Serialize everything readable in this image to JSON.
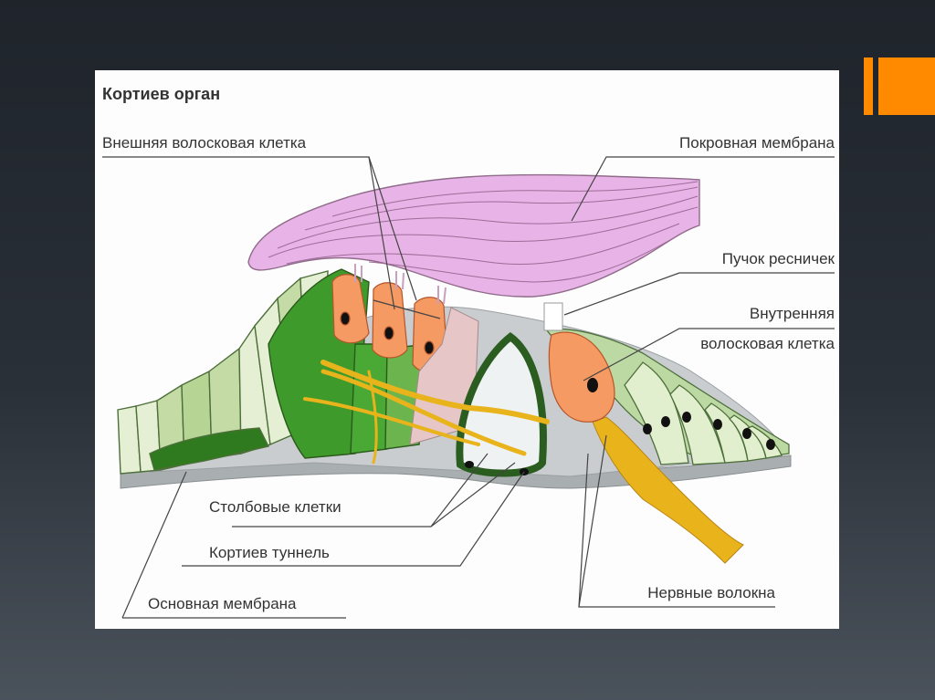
{
  "slide": {
    "title": "Кортиев орган",
    "labels": {
      "outer_hair_cell": "Внешняя волосковая клетка",
      "tectorial_membrane": "Покровная мембрана",
      "cilia_bundle": "Пучок ресничек",
      "inner_hair_cell_line1": "Внутренняя",
      "inner_hair_cell_line2": "волосковая клетка",
      "pillar_cells": "Столбовые клетки",
      "corti_tunnel": "Кортиев туннель",
      "basilar_membrane": "Основная мембрана",
      "nerve_fibers": "Нервные волокна"
    }
  },
  "colors": {
    "accent": "#ff8a00",
    "tectorial": "#e8b3e6",
    "hair_cell": "#f59a62",
    "support_dark": "#3f9a2c",
    "support_light": "#e2efcf",
    "nerve": "#e9b31c",
    "basilar": "#a9aeb1"
  }
}
